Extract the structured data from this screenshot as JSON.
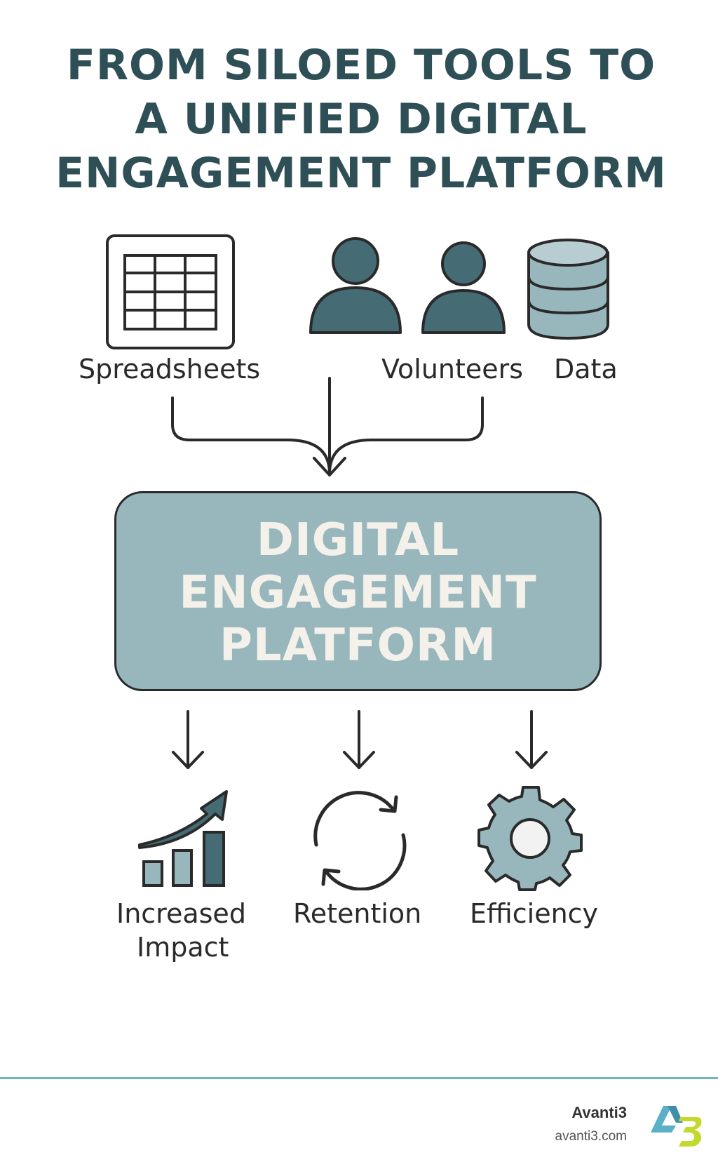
{
  "title": {
    "line1": "FROM SILOED TOOLS TO",
    "line2": "A UNIFIED DIGITAL",
    "line3": "ENGAGEMENT PLATFORM"
  },
  "inputs": [
    {
      "label": "Spreadsheets",
      "icon": "spreadsheet-icon"
    },
    {
      "label": "Volunteers",
      "icon": "people-icon"
    },
    {
      "label": "Data",
      "icon": "database-icon"
    }
  ],
  "platform": {
    "line1": "DIGITAL",
    "line2": "ENGAGEMENT",
    "line3": "PLATFORM"
  },
  "outcomes": [
    {
      "label_line1": "Increased",
      "label_line2": "Impact",
      "icon": "growth-chart-icon"
    },
    {
      "label": "Retention",
      "icon": "refresh-cycle-icon"
    },
    {
      "label": "Efficiency",
      "icon": "gear-icon"
    }
  ],
  "colors": {
    "title": "#2f4f56",
    "accent_dark": "#456b75",
    "accent_light": "#98b7bd",
    "outline": "#2a2a2a",
    "footer_rule": "#6fb6c0"
  },
  "footer": {
    "brand": "Avanti3",
    "url": "avanti3.com",
    "logo_text": "A3"
  }
}
